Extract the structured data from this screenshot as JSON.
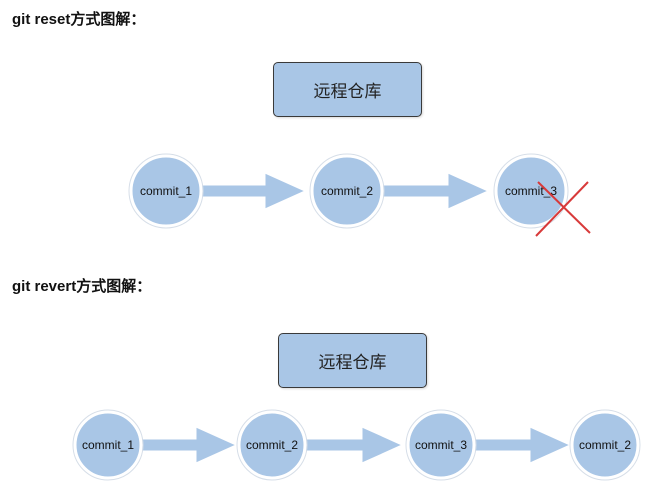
{
  "reset": {
    "heading": "git reset方式图解：",
    "repo_label": "远程仓库",
    "commits": [
      "commit_1",
      "commit_2",
      "commit_3"
    ],
    "removed_commit": "commit_3"
  },
  "revert": {
    "heading": "git revert方式图解：",
    "repo_label": "远程仓库",
    "commits": [
      "commit_1",
      "commit_2",
      "commit_3",
      "commit_2"
    ]
  },
  "colors": {
    "node_fill": "#a9c6e6",
    "node_stroke": "#ffffff",
    "arrow_fill": "#a9c6e6",
    "cross": "#d83a3a",
    "repo_fill": "#a9c6e6"
  }
}
